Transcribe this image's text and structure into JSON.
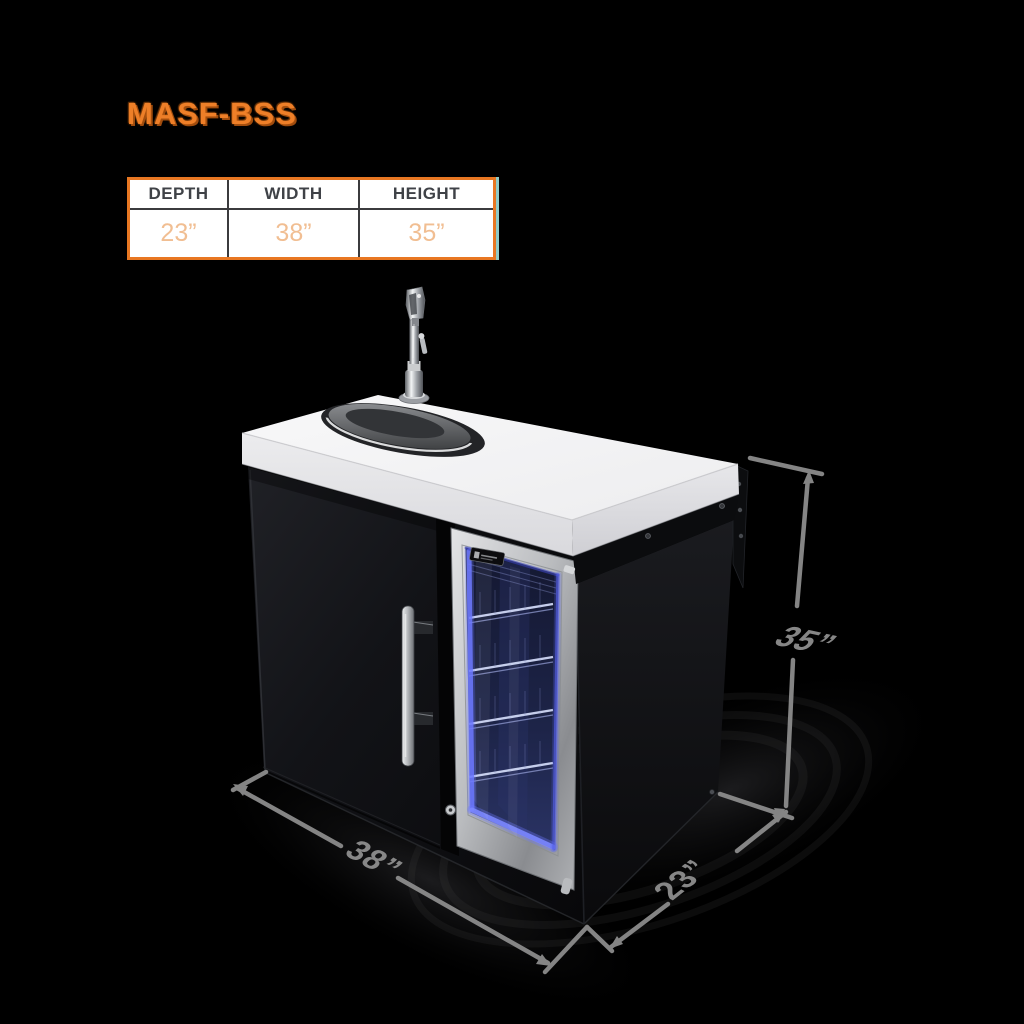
{
  "page": {
    "background_color": "#000000"
  },
  "title": {
    "label": "MASF-BSS",
    "color": "#EE7F28"
  },
  "spec_table": {
    "headers": [
      "DEPTH",
      "WIDTH",
      "HEIGHT"
    ],
    "values": [
      "23”",
      "38”",
      "35”"
    ],
    "border_color": "#E87722",
    "accent_edge_color": "#9FDFDB",
    "header_text_color": "#3F4247",
    "value_text_color": "#F1BE92"
  },
  "diagram": {
    "dimension_labels": {
      "width": "38”",
      "depth": "23”",
      "height": "35”"
    },
    "dimension_line_color": "#8E8E8E",
    "countertop_color": "#F4F4F5",
    "cabinet_color": "#0E0F11",
    "stainless_color": "#B9BBBE",
    "fridge_glow_color": "#6D79FF"
  }
}
